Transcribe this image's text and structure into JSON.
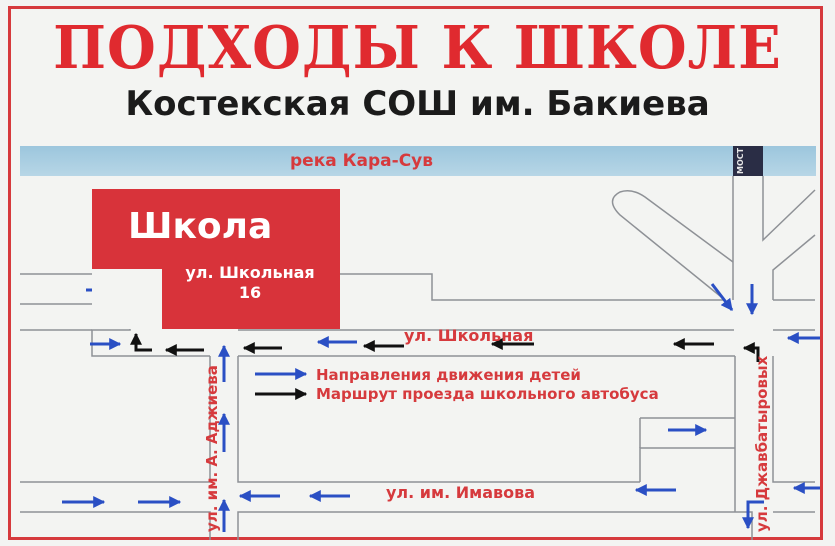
{
  "title": "ПОДХОДЫ К ШКОЛЕ",
  "subtitle": "Костекская СОШ им. Бакиева",
  "river_label": "река Кара-Сув",
  "bridge_label": "МОСТ",
  "school": {
    "name": "Школа",
    "address_line1": "ул. Школьная",
    "address_line2": "16"
  },
  "streets": {
    "shkolnaya": "ул. Школьная",
    "adzhieva": "ул. им. А. Аджиева",
    "imavova": "ул. им. Имавова",
    "dzhavbatyrovykh": "ул. Джавбатыровых"
  },
  "legend": {
    "children": "Направления движения детей",
    "bus": "Маршрут проезда школьного автобуса"
  },
  "colors": {
    "frame": "#d63a3d",
    "title": "#e02a2f",
    "road_outline": "#8e9196",
    "children_arrow": "#2a4fc4",
    "bus_arrow": "#111111",
    "river": "#a9cfe2"
  }
}
